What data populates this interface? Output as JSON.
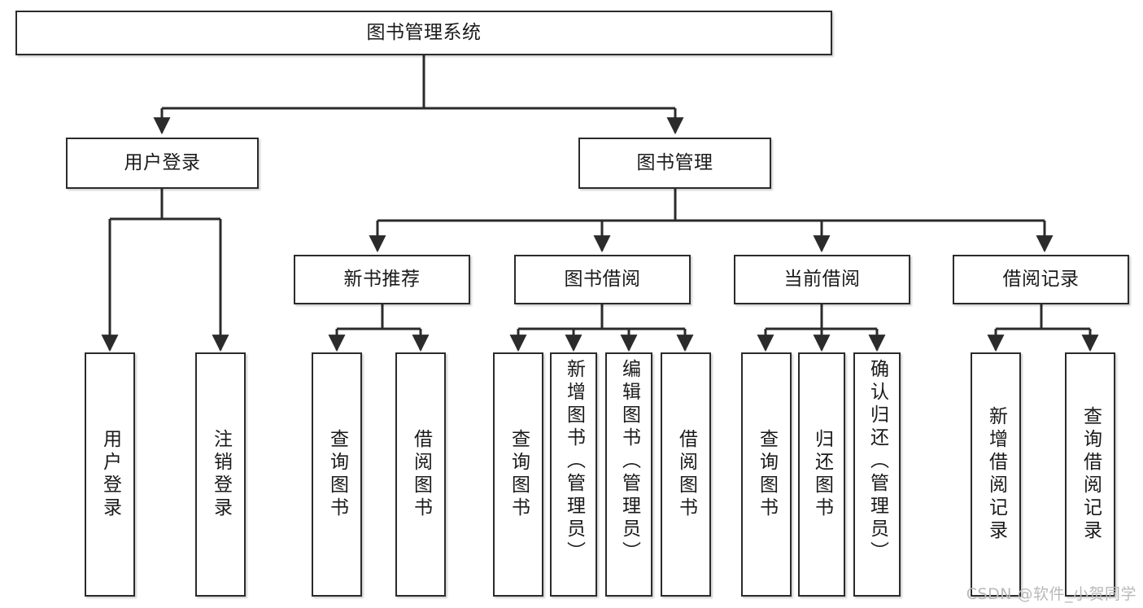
{
  "diagram": {
    "title": "图书管理系统",
    "type": "functional-structure-tree",
    "colors": {
      "node_border": "#2b2b2b",
      "node_fill": "#ffffff",
      "edge": "#2b2b2b",
      "text": "#1a1a1a",
      "watermark": "#b9b9b9",
      "background": "#ffffff"
    },
    "root": {
      "id": "root",
      "label": "图书管理系统"
    },
    "level2": [
      {
        "id": "user-login",
        "label": "用户登录"
      },
      {
        "id": "book-management",
        "label": "图书管理"
      }
    ],
    "level3": [
      {
        "id": "new-book-recommend",
        "label": "新书推荐",
        "parent": "book-management"
      },
      {
        "id": "book-borrow",
        "label": "图书借阅",
        "parent": "book-management"
      },
      {
        "id": "current-borrow",
        "label": "当前借阅",
        "parent": "book-management"
      },
      {
        "id": "borrow-record",
        "label": "借阅记录",
        "parent": "book-management"
      }
    ],
    "leaves": [
      {
        "id": "leaf-user-login",
        "label": "用户登录",
        "parent": "user-login"
      },
      {
        "id": "leaf-logout-login",
        "label": "注销登录",
        "parent": "user-login"
      },
      {
        "id": "leaf-query-book-1",
        "label": "查询图书",
        "parent": "new-book-recommend"
      },
      {
        "id": "leaf-borrow-book-1",
        "label": "借阅图书",
        "parent": "new-book-recommend"
      },
      {
        "id": "leaf-query-book-2",
        "label": "查询图书",
        "parent": "book-borrow"
      },
      {
        "id": "leaf-add-book",
        "label": "新增图书（管理员）",
        "parent": "book-borrow"
      },
      {
        "id": "leaf-edit-book",
        "label": "编辑图书（管理员）",
        "parent": "book-borrow"
      },
      {
        "id": "leaf-borrow-book-2",
        "label": "借阅图书",
        "parent": "book-borrow"
      },
      {
        "id": "leaf-query-book-3",
        "label": "查询图书",
        "parent": "current-borrow"
      },
      {
        "id": "leaf-return-book",
        "label": "归还图书",
        "parent": "current-borrow"
      },
      {
        "id": "leaf-confirm-return",
        "label": "确认归还（管理员）",
        "parent": "current-borrow"
      },
      {
        "id": "leaf-add-record",
        "label": "新增借阅记录",
        "parent": "borrow-record"
      },
      {
        "id": "leaf-query-record",
        "label": "查询借阅记录",
        "parent": "borrow-record"
      }
    ],
    "watermark": "CSDN @软件_小贺同学"
  }
}
